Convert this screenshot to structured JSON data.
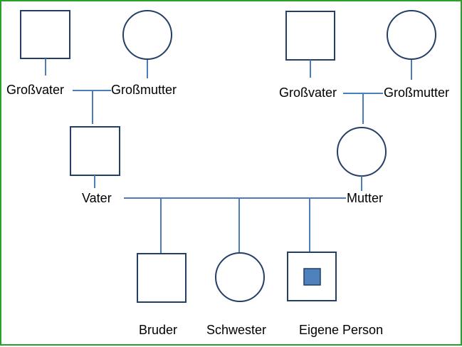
{
  "labels": {
    "gp_left_grandfather": "Großvater",
    "gp_left_grandmother": "Großmutter",
    "gp_right_grandfather": "Großvater",
    "gp_right_grandmother": "Großmutter",
    "father": "Vater",
    "mother": "Mutter",
    "brother": "Bruder",
    "sister": "Schwester",
    "self": "Eigene Person"
  },
  "colors": {
    "frame": "#2aa12a",
    "symbol_stroke": "#243f66",
    "line": "#4a7ebb",
    "self_fill": "#4f81bd"
  }
}
